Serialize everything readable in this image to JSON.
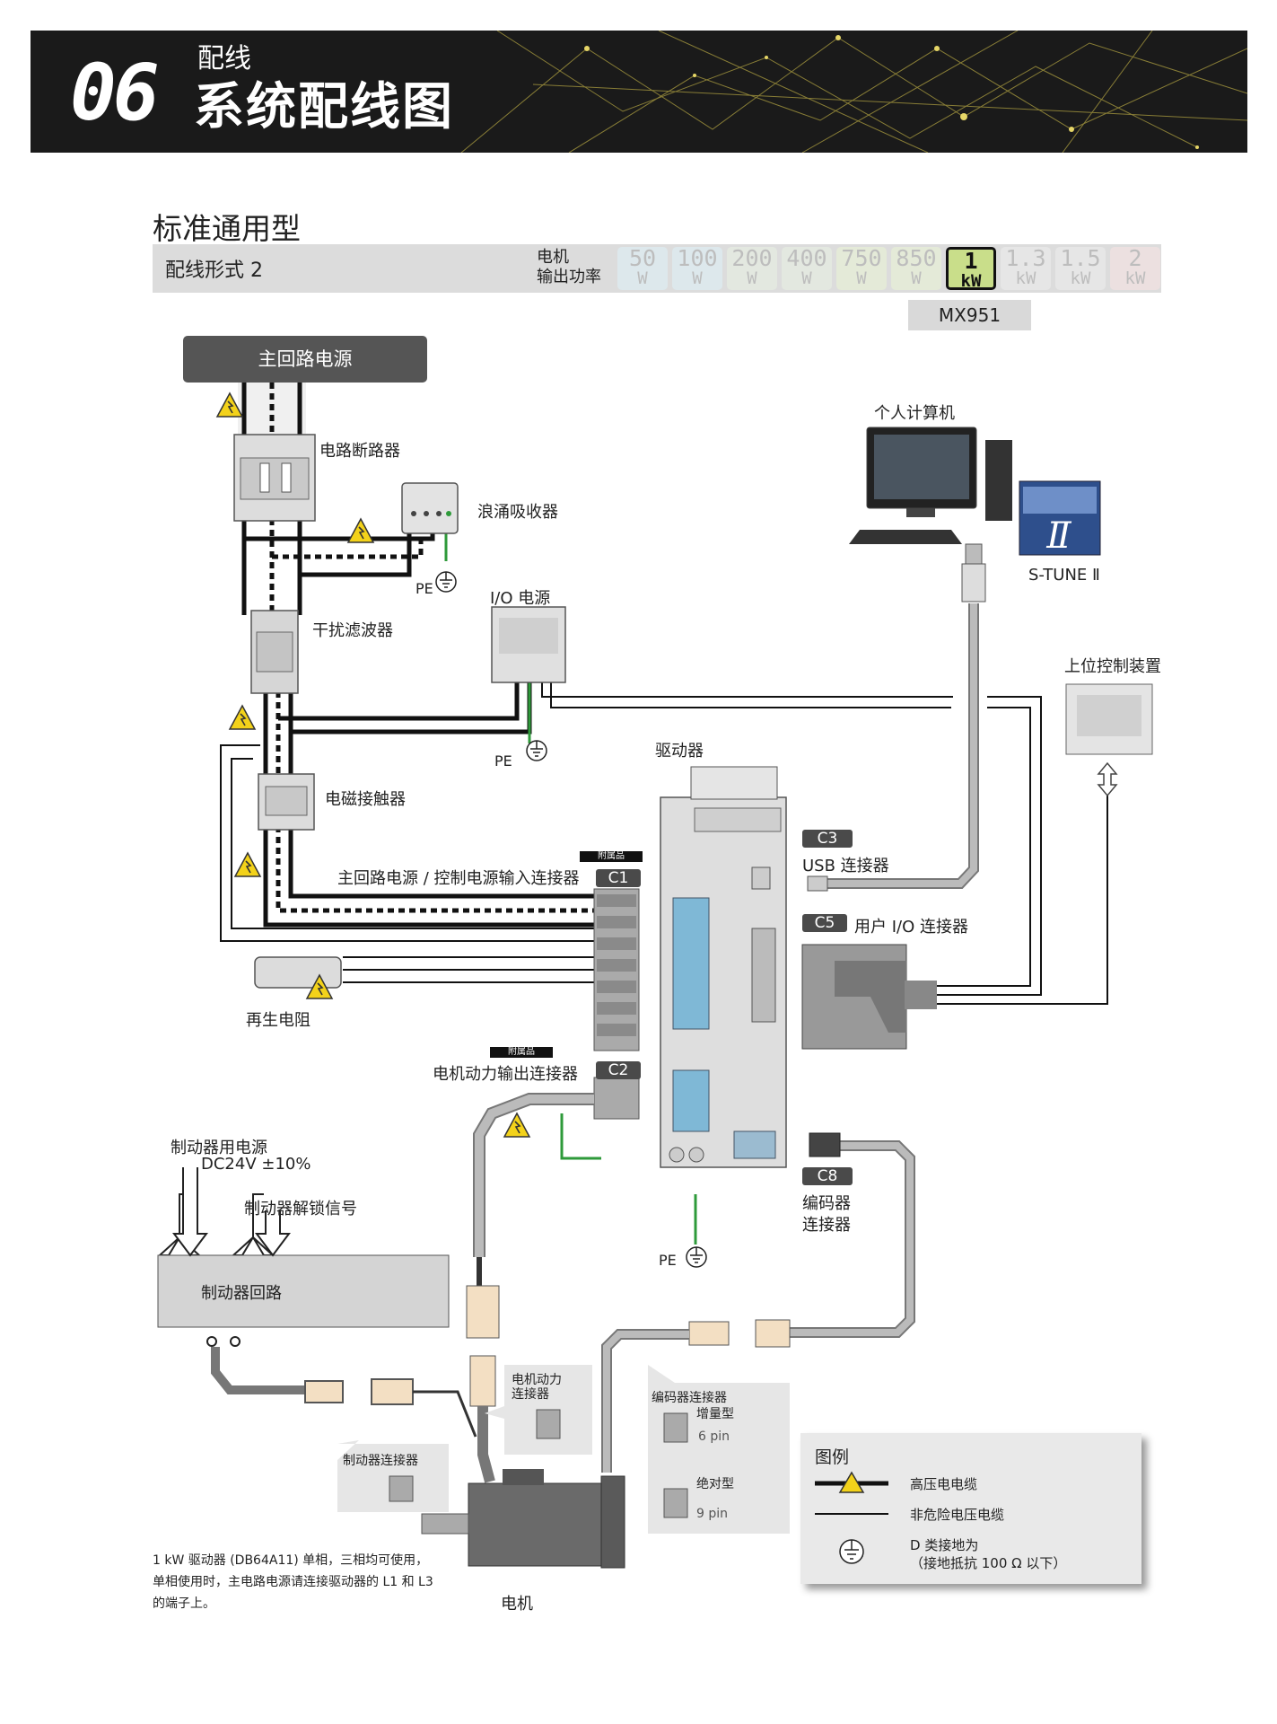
{
  "header": {
    "number": "06",
    "subtitle": "配线",
    "title": "系统配线图"
  },
  "section_title": "标准通用型",
  "bar": {
    "label": "配线形式 2",
    "motor_label_line1": "电机",
    "motor_label_line2": "输出功率",
    "power_options": [
      {
        "num": "50",
        "unit": "W",
        "tint": "#dde8ec",
        "selected": false
      },
      {
        "num": "100",
        "unit": "W",
        "tint": "#dde8ec",
        "selected": false
      },
      {
        "num": "200",
        "unit": "W",
        "tint": "#e3e8e0",
        "selected": false
      },
      {
        "num": "400",
        "unit": "W",
        "tint": "#e3e8e0",
        "selected": false
      },
      {
        "num": "750",
        "unit": "W",
        "tint": "#e4ead8",
        "selected": false
      },
      {
        "num": "850",
        "unit": "W",
        "tint": "#e4ead8",
        "selected": false
      },
      {
        "num": "1",
        "unit": "kW",
        "tint": "#c9de8a",
        "selected": true
      },
      {
        "num": "1.3",
        "unit": "kW",
        "tint": "#e6e6e6",
        "selected": false
      },
      {
        "num": "1.5",
        "unit": "kW",
        "tint": "#e6e6e6",
        "selected": false
      },
      {
        "num": "2",
        "unit": "kW",
        "tint": "#ece0e0",
        "selected": false
      }
    ],
    "model": "MX951"
  },
  "diagram": {
    "main_power": "主回路电源",
    "breaker": "电路断路器",
    "surge": "浪涌吸收器",
    "pe": "PE",
    "io_power": "I/O 电源",
    "noise_filter": "干扰滤波器",
    "contactor": "电磁接触器",
    "driver": "驱动器",
    "pc": "个人计算机",
    "stune": "S-TUNE Ⅱ",
    "host": "上位控制装置",
    "c1_label": "主回路电源 / 控制电源输入连接器",
    "c1": "C1",
    "accessory": "附属品",
    "regen": "再生电阻",
    "c2_label": "电机动力输出连接器",
    "c2": "C2",
    "c3": "C3",
    "c3_label": "USB 连接器",
    "c5": "C5",
    "c5_label": "用户 I/O 连接器",
    "c8": "C8",
    "c8_label_1": "编码器",
    "c8_label_2": "连接器",
    "brake_power_1": "制动器用电源",
    "brake_power_2": "DC24V ±10%",
    "brake_release": "制动器解锁信号",
    "brake_circuit": "制动器回路",
    "brake_connector": "制动器连接器",
    "motor_power_conn_1": "电机动力",
    "motor_power_conn_2": "连接器",
    "encoder_conn": "编码器连接器",
    "incremental": "增量型",
    "pin6": "6 pin",
    "absolute": "绝对型",
    "pin9": "9 pin",
    "motor": "电机"
  },
  "legend": {
    "title": "图例",
    "hv": "高压电电缆",
    "lv": "非危险电压电缆",
    "ground_1": "D 类接地为",
    "ground_2": "（接地抵抗 100 Ω 以下）"
  },
  "note": {
    "line1": "1 kW 驱动器 (DB64A11) 单相，三相均可使用，",
    "line2": "单相使用时，主电路电源请连接驱动器的 L1 和 L3",
    "line3": "的端子上。"
  },
  "colors": {
    "ground_wire": "#2e9a3a",
    "warning": "#f3d21a",
    "header_bg": "#1a1a1a",
    "header_lines": "#b7a843"
  }
}
